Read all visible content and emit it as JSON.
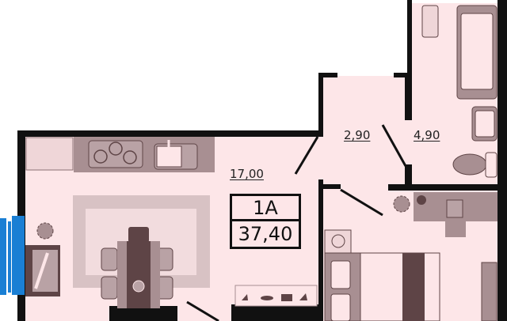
{
  "apartment": {
    "code": "1A",
    "total_area": "37,40"
  },
  "rooms": [
    {
      "name": "kitchen-living",
      "area": "17,00"
    },
    {
      "name": "hallway",
      "area": "2,90"
    },
    {
      "name": "bathroom",
      "area": "4,90"
    }
  ],
  "colors": {
    "floor": "#fde6e8",
    "wall": "#111111",
    "furniture": "#a88f92",
    "furniture_dark": "#5e4446",
    "window": "#1a7fd4"
  }
}
